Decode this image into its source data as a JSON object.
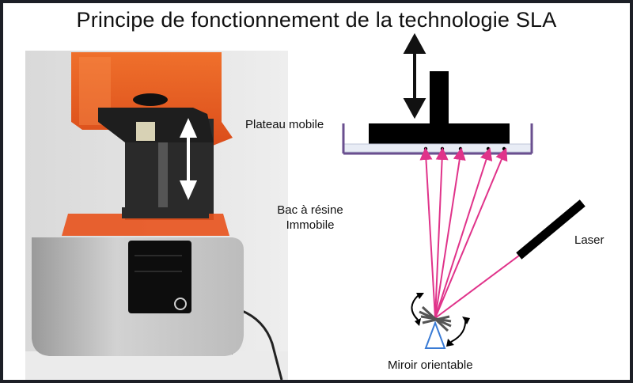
{
  "title": "Principe de fonctionnement de la technologie SLA",
  "labels": {
    "platform": "Plateau mobile",
    "tank_line1": "Bac à résine",
    "tank_line2": "Immobile",
    "laser": "Laser",
    "mirror": "Miroir orientable"
  },
  "photo": {
    "subject": "sla-3d-printer"
  },
  "colors": {
    "laser_beam": "#e0338a",
    "resin_orange": "#e8521c",
    "tank_edge": "#6a4f8f",
    "mirror_blue": "#3a7bd5"
  }
}
